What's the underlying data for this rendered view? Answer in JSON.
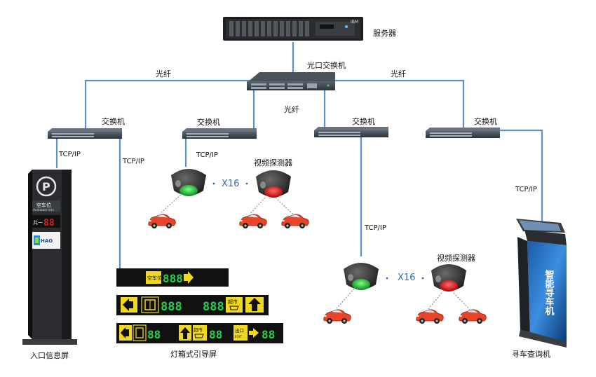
{
  "labels": {
    "server": "服务器",
    "core_switch": "光口交换机",
    "fiber_left": "光纤",
    "fiber_right": "光纤",
    "fiber_center": "光纤",
    "switch_1": "交换机",
    "switch_2": "交换机",
    "switch_3": "交换机",
    "switch_4": "交换机",
    "tcpip_1": "TCP/IP",
    "tcpip_2": "TCP/IP",
    "tcpip_3": "TCP/IP",
    "tcpip_4": "TCP/IP",
    "tcpip_5": "TCP/IP",
    "detector_1": "视频探测器",
    "detector_2": "视频探测器",
    "x16_1": "X16",
    "x16_2": "X16",
    "entrance_screen": "入口信息屏",
    "lightbox_screen": "灯箱式引导屏",
    "kiosk": "寻车查询机"
  },
  "entrance_sign": {
    "letter": "P",
    "title": "空车位",
    "subtitle": "Available lots",
    "row_label": "共一",
    "count": "88",
    "logo": "HAO"
  },
  "guide_panels": {
    "row1": {
      "tag": "空车位",
      "count": "888"
    },
    "row2": {
      "count_a": "888",
      "count_b": "888",
      "tag": "超市"
    },
    "row3": {
      "count_a": "88",
      "tag_a": "超市",
      "count_b": "88",
      "tag_b": "出口",
      "tag_b_sub": "EXIT",
      "count_c": "88"
    }
  },
  "kiosk_text": "智能寻车机"
}
